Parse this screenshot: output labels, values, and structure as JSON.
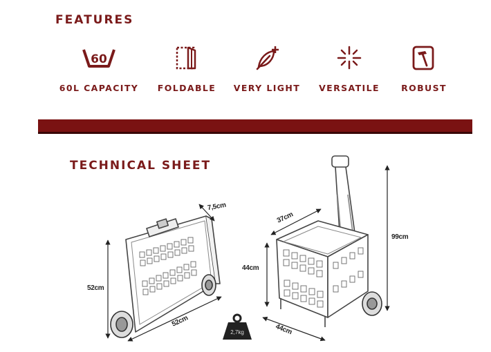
{
  "features_section": {
    "title": "FEATURES",
    "items": [
      {
        "label": "60L CAPACITY",
        "icon": "capacity-60-icon",
        "icon_text": "60"
      },
      {
        "label": "FOLDABLE",
        "icon": "fold-icon"
      },
      {
        "label": "VERY LIGHT",
        "icon": "feather-icon"
      },
      {
        "label": "VERSATILE",
        "icon": "sparkle-icon"
      },
      {
        "label": "ROBUST",
        "icon": "hammer-box-icon"
      }
    ]
  },
  "technical_section": {
    "title": "TECHNICAL SHEET",
    "folded": {
      "depth": "7,5cm",
      "height": "52cm",
      "length": "52cm"
    },
    "weight": "2,7kg",
    "open": {
      "width": "37cm",
      "height": "44cm",
      "total_height": "99cm",
      "depth": "44cm"
    }
  },
  "colors": {
    "accent": "#7a1a1a",
    "band": "#7a1212"
  }
}
